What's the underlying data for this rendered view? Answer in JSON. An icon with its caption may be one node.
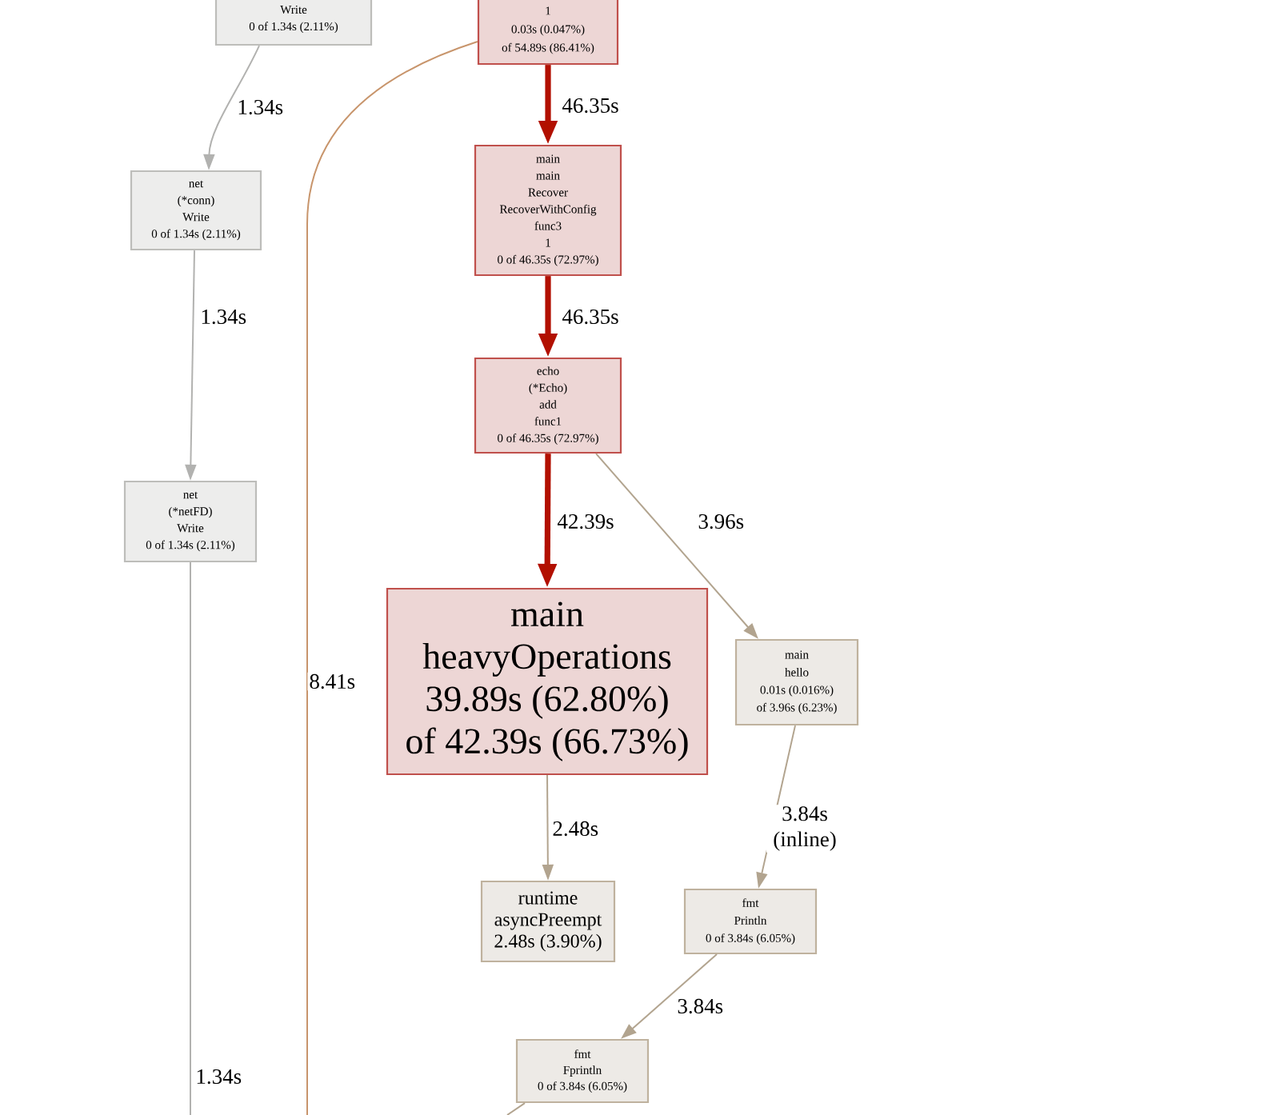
{
  "diagram": {
    "nodes": [
      {
        "text": [
          "Write",
          "0 of 1.34s (2.11%)"
        ]
      },
      {
        "text": [
          "1",
          "0.03s (0.047%)",
          "of 54.89s (86.41%)"
        ]
      },
      {
        "text": [
          "net",
          "(*conn)",
          "Write",
          "0 of 1.34s (2.11%)"
        ]
      },
      {
        "text": [
          "main",
          "main",
          "Recover",
          "RecoverWithConfig",
          "func3",
          "1",
          "0 of 46.35s (72.97%)"
        ]
      },
      {
        "text": [
          "echo",
          "(*Echo)",
          "add",
          "func1",
          "0 of 46.35s (72.97%)"
        ]
      },
      {
        "text": [
          "net",
          "(*netFD)",
          "Write",
          "0 of 1.34s (2.11%)"
        ]
      },
      {
        "text": [
          "main",
          "heavyOperations",
          "39.89s (62.80%)",
          "of 42.39s (66.73%)"
        ]
      },
      {
        "text": [
          "main",
          "hello",
          "0.01s (0.016%)",
          "of 3.96s (6.23%)"
        ]
      },
      {
        "text": [
          "runtime",
          "asyncPreempt",
          "2.48s (3.90%)"
        ]
      },
      {
        "text": [
          "fmt",
          "Println",
          "0 of 3.84s (6.05%)"
        ]
      },
      {
        "text": [
          "fmt",
          "Fprintln",
          "0 of 3.84s (6.05%)"
        ]
      }
    ],
    "edges": [
      {
        "from": 0,
        "to": 2,
        "arrow": "to",
        "label": "1.34s",
        "color": "#b2b2b0"
      },
      {
        "from": 2,
        "to": 5,
        "arrow": "to",
        "label": "1.34s",
        "color": "#b2b2b0"
      },
      {
        "from": 5,
        "to": null,
        "arrow": "none",
        "label": "1.34s",
        "color": "#b2b2b0"
      },
      {
        "from": 1,
        "to": null,
        "arrow": "none",
        "label": "8.41s",
        "color": "#c8956c"
      },
      {
        "from": 1,
        "to": 3,
        "arrow": "to",
        "label": "46.35s",
        "style": "thick",
        "color": "#b21000"
      },
      {
        "from": 3,
        "to": 4,
        "arrow": "to",
        "label": "46.35s",
        "style": "thick",
        "color": "#b21000"
      },
      {
        "from": 4,
        "to": 6,
        "arrow": "to",
        "label": "42.39s",
        "style": "thick",
        "color": "#b21000"
      },
      {
        "from": 4,
        "to": 7,
        "arrow": "to",
        "label": "3.96s"
      },
      {
        "from": 6,
        "to": 8,
        "arrow": "to",
        "label": "2.48s"
      },
      {
        "from": 7,
        "to": 9,
        "arrow": "to",
        "label": "3.84s (inline)"
      },
      {
        "from": 9,
        "to": 10,
        "arrow": "to",
        "label": "3.84s"
      },
      {
        "from": 10,
        "to": null,
        "arrow": "none"
      }
    ]
  }
}
